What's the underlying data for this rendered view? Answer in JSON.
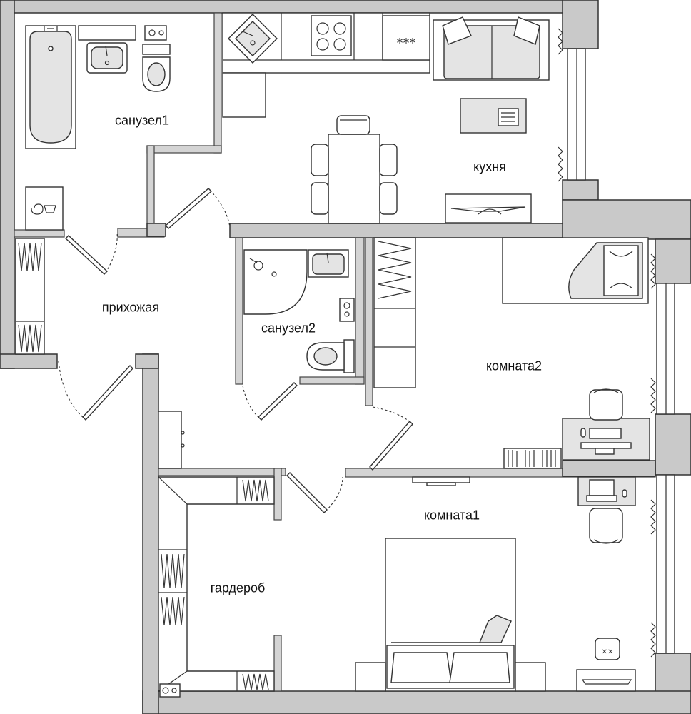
{
  "rooms": {
    "bathroom1": "санузел1",
    "kitchen": "кухня",
    "hallway": "прихожая",
    "bathroom2": "санузел2",
    "room2": "комната2",
    "room1": "комната1",
    "wardrobe": "гардероб"
  },
  "icons": {
    "stove_burners": "***"
  },
  "colors": {
    "wall_fill": "#c9c9c9",
    "furniture_gray": "#e4e4e4",
    "line": "#333333"
  }
}
